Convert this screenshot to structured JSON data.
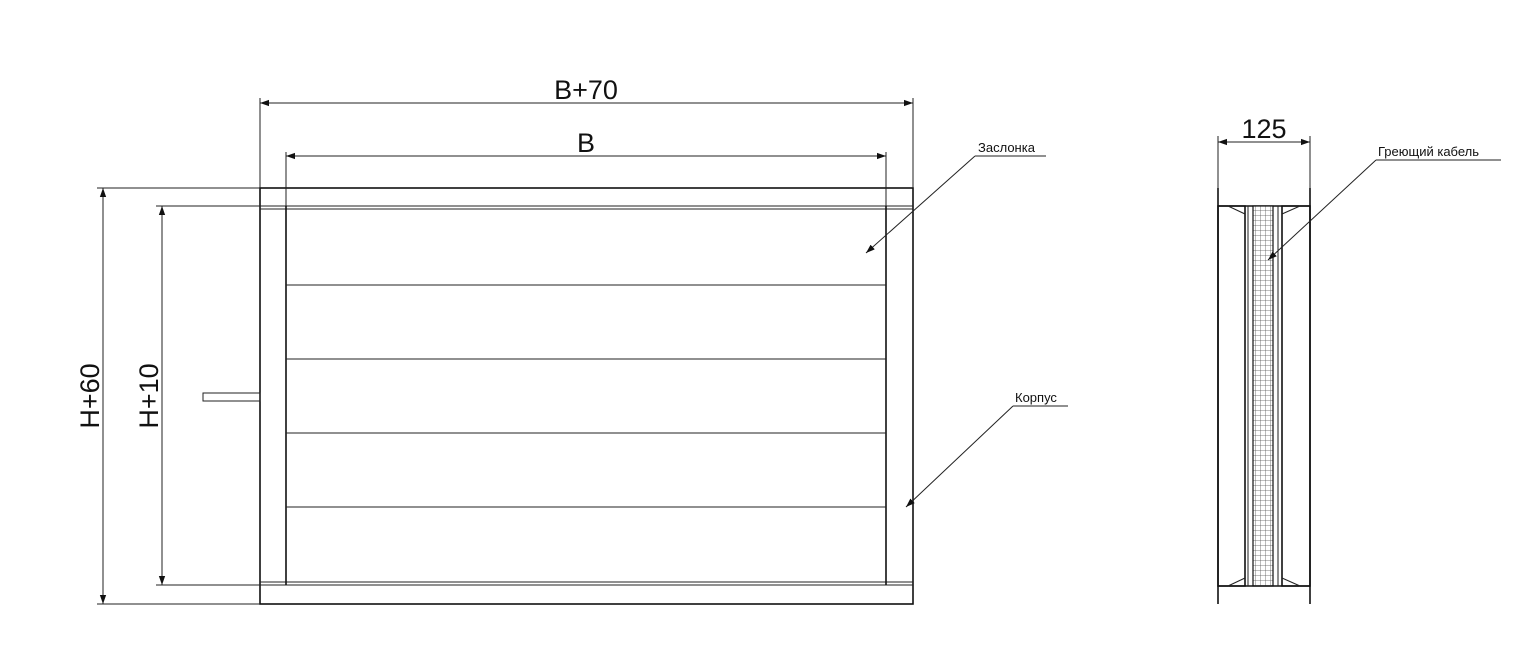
{
  "front_view": {
    "dimensions": {
      "overall_width": "B+70",
      "inner_width": "B",
      "overall_height": "H+60",
      "inner_height": "H+10"
    },
    "callouts": {
      "damper": "Заслонка",
      "housing": "Корпус"
    }
  },
  "side_view": {
    "dimensions": {
      "depth": "125"
    },
    "callouts": {
      "heating_cable": "Греющий кабель"
    }
  }
}
